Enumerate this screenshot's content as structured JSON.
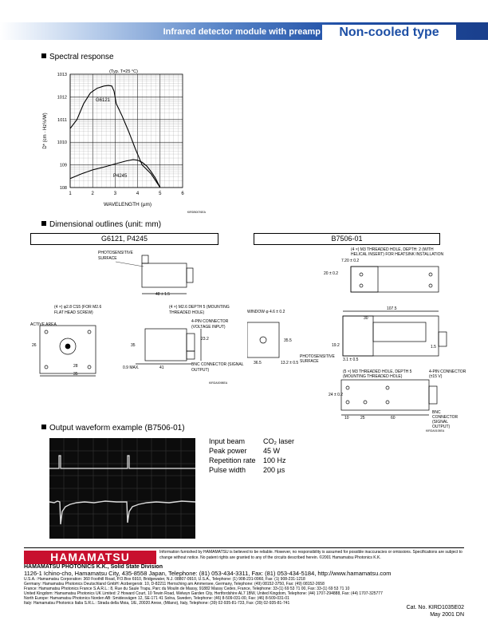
{
  "header": {
    "title": "Infrared detector module with preamp",
    "type": "Non-cooled type"
  },
  "spectral": {
    "section_title": "Spectral response",
    "condition": "(Typ. T=25 °C)",
    "y_ticks": [
      "10^13",
      "10^12",
      "10^11",
      "10^10",
      "10^9",
      "10^8"
    ],
    "ylabel": "D* (cm · Hz½/W)",
    "x_ticks": [
      "1",
      "2",
      "3",
      "4",
      "5",
      "6"
    ],
    "xlabel": "WAVELENGTH (µm)",
    "curve_labels": [
      "G6121",
      "P4245"
    ],
    "code": "KIRDB0076EA"
  },
  "chart_data": {
    "type": "line",
    "title": "",
    "xlabel": "WAVELENGTH (µm)",
    "ylabel": "D* (cm · Hz½/W)",
    "xlim": [
      1,
      6
    ],
    "ylim": [
      100000000,
      10000000000000
    ],
    "yscale": "log",
    "grid": true,
    "series": [
      {
        "name": "G6121",
        "x": [
          1.0,
          1.3,
          1.6,
          1.9,
          2.2,
          2.5,
          2.7,
          2.85,
          2.95,
          3.05,
          3.3,
          3.6,
          3.9,
          4.2,
          4.6,
          5.0
        ],
        "y": [
          40000000000.0,
          100000000000.0,
          500000000000.0,
          1500000000000.0,
          2400000000000.0,
          3000000000000.0,
          3200000000000.0,
          3000000000000.0,
          1800000000000.0,
          500000000000.0,
          150000000000.0,
          30000000000.0,
          5000000000.0,
          1000000000.0,
          400000000.0,
          100000000.0
        ]
      },
      {
        "name": "P4245",
        "x": [
          1.0,
          1.5,
          2.0,
          2.5,
          3.0,
          3.5,
          3.8,
          4.0,
          4.2,
          4.4,
          4.6,
          4.8,
          5.0
        ],
        "y": [
          250000000.0,
          400000000.0,
          600000000.0,
          800000000.0,
          1100000000.0,
          1500000000.0,
          1700000000.0,
          1600000000.0,
          1300000000.0,
          900000000.0,
          500000000.0,
          250000000.0,
          100000000.0
        ]
      }
    ]
  },
  "dimensional": {
    "section_title": "Dimensional outlines (unit: mm)",
    "left_box": "G6121, P4245",
    "right_box": "B7506-01",
    "left": {
      "photosensitive_surface": "PHOTOSENSITIVE SURFACE",
      "dim_48": "48 ± 1.5",
      "cs_hole": "(4 ×) φ2.8 CS5 (FOR M2.6 FLAT HEAD SCREW)",
      "m26_hole": "(4 ×) M2.6 DEPTH 5 (MOUNTING THREADED HOLE)",
      "active_area": "ACTIVE AREA",
      "connector": "4-PIN CONNECTOR (VOLTAGE INPUT)",
      "bnc": "BNC CONNECTOR (SIGNAL OUTPUT)",
      "dim_26": "26",
      "dim_28": "28",
      "dim_35a": "35",
      "dim_35b": "35",
      "dim_09": "0.9 MAX.",
      "dim_41": "41",
      "dim_232": "23.2",
      "code": "KIRDA0098EA"
    },
    "right": {
      "m3_heli": "(4 ×) M3 THREADED HOLE, DEPTH: 2 (WITH HELICAL INSERT) FOR HEATSINK INSTALLATION",
      "dim_720": "7.20 ± 0.2",
      "dim_20": "20 ± 0.2",
      "window": "WINDOW φ 4.6 ± 0.2",
      "dim_365": "36.5",
      "dim_132": "13.2 ± 0.5",
      "dim_355": "35.5",
      "dim_1075": "107.5",
      "dim_30": "30",
      "dim_192": "19.2",
      "dim_1": "1.5",
      "photosensitive": "PHOTOSENSITIVE SURFACE",
      "dim_31": "3.1 ± 0.5",
      "m3_mount": "(5 ×) M3 THREADED HOLE, DEPTH 5 (MOUNTING THREADED HOLE)",
      "connector": "4-PIN CONNECTOR (±15 V)",
      "dim_24": "24 ± 0.2",
      "dim_10": "10",
      "dim_25": "25",
      "dim_60": "60",
      "bnc": "BNC CONNECTOR (SIGNAL OUTPUT)",
      "code": "KIRDA0105EA"
    }
  },
  "waveform": {
    "section_title": "Output waveform example (B7506-01)",
    "params": [
      {
        "label": "Input beam",
        "value": "CO₂ laser"
      },
      {
        "label": "Peak power",
        "value": "45 W"
      },
      {
        "label": "Repetition rate",
        "value": "100 Hz"
      },
      {
        "label": "Pulse width",
        "value": "200 µs"
      }
    ]
  },
  "footer": {
    "logo": "HAMAMATSU",
    "disclaimer": "Information furnished by HAMAMATSU is believed to be reliable. However, no responsibility is assumed for possible inaccuracies or omissions. Specifications are subject to change without notice. No patent rights are granted to any of the circuits described herein. ©2001 Hamamatsu Photonics K.K.",
    "company": "HAMAMATSU PHOTONICS K.K., Solid State Division",
    "main": "1126-1 Ichino-cho, Hamamatsu City, 435-8558 Japan, Telephone: (81) 053-434-3311, Fax: (81) 053-434-5184, http://www.hamamatsu.com",
    "lines": [
      "U.S.A.: Hamamatsu Corporation: 360 Foothill Road, P.O.Box 6910, Bridgewater, N.J. 08807-0910, U.S.A., Telephone: (1) 908-231-0960, Fax: (1) 908-231-1218",
      "Germany: Hamamatsu Photonics Deutschland GmbH: Arzbergerstr. 10, D-82211 Herrsching am Ammersee, Germany, Telephone: (49) 08152-3750, Fax: (49) 08152-2658",
      "France: Hamamatsu Photonics France S.A.R.L.: 8, Rue du Saule Trapu, Parc du Moulin de Massy, 91882 Massy Cedex, France, Telephone: 33-(1) 69 53 71 00, Fax: 33-(1) 69 53 71 10",
      "United Kingdom: Hamamatsu Photonics UK Limited: 2 Howard Court, 10 Tewin Road, Welwyn Garden City, Hertfordshire AL7 1BW, United Kingdom, Telephone: (44) 1707-294888, Fax: (44) 1707-325777",
      "North Europe: Hamamatsu Photonics Norden AB: Smidesvägen 12, SE-171 41 Solna, Sweden, Telephone: (46) 8-509-031-00, Fax: (46) 8-509-031-01",
      "Italy: Hamamatsu Photonics Italia S.R.L.: Strada della Moia, 1/E, 20020 Arese, (Milano), Italy, Telephone: (39) 02-935-81-733, Fax: (39) 02-935-81-741"
    ],
    "cat": "Cat. No. KIRD1035E02",
    "date": "May 2001 DN"
  }
}
